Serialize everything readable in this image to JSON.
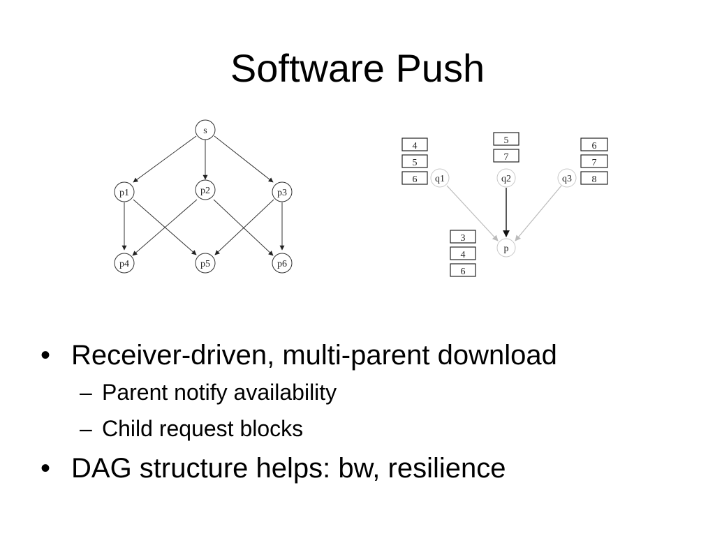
{
  "slide": {
    "title": "Software Push"
  },
  "diagram_left": {
    "nodes": [
      "s",
      "p1",
      "p2",
      "p3",
      "p4",
      "p5",
      "p6"
    ],
    "edges": [
      [
        "s",
        "p1"
      ],
      [
        "s",
        "p2"
      ],
      [
        "s",
        "p3"
      ],
      [
        "p1",
        "p4"
      ],
      [
        "p1",
        "p5"
      ],
      [
        "p2",
        "p4"
      ],
      [
        "p2",
        "p6"
      ],
      [
        "p3",
        "p5"
      ],
      [
        "p3",
        "p6"
      ]
    ]
  },
  "diagram_right": {
    "parents": [
      {
        "label": "q1",
        "blocks": [
          "4",
          "5",
          "6"
        ]
      },
      {
        "label": "q2",
        "blocks": [
          "5",
          "7"
        ]
      },
      {
        "label": "q3",
        "blocks": [
          "6",
          "7",
          "8"
        ]
      }
    ],
    "child": {
      "label": "p",
      "blocks": [
        "3",
        "4",
        "6"
      ]
    }
  },
  "bullets": [
    {
      "mark": "•",
      "text": "Receiver-driven, multi-parent download",
      "sub": [
        {
          "mark": "–",
          "text": "Parent notify availability"
        },
        {
          "mark": "–",
          "text": "Child request blocks"
        }
      ]
    },
    {
      "mark": "•",
      "text": "DAG structure helps: bw, resilience",
      "sub": []
    }
  ]
}
